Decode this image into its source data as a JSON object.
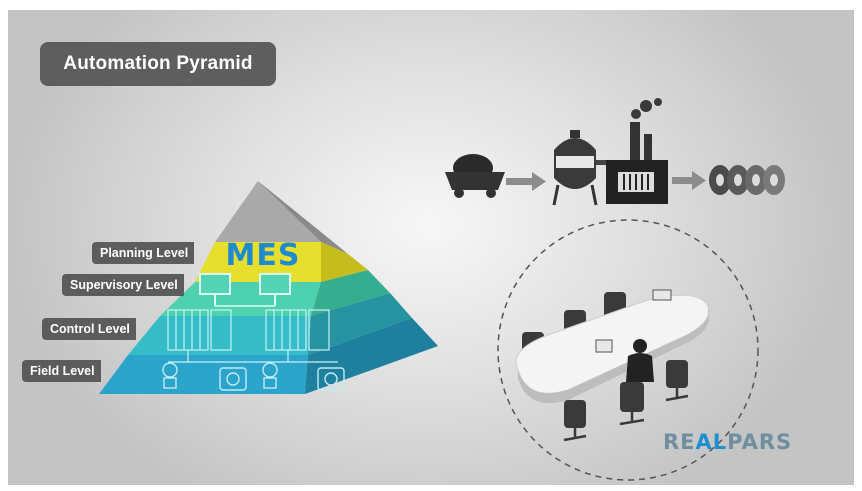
{
  "title": "Automation Pyramid",
  "pyramid": {
    "top_label": "MES",
    "levels": [
      {
        "label": "Planning Level",
        "color": "#e7dd2c"
      },
      {
        "label": "Supervisory Level",
        "color": "#4ccfb0"
      },
      {
        "label": "Control Level",
        "color": "#35bcc8"
      },
      {
        "label": "Field Level",
        "color": "#2aa2c8"
      }
    ],
    "apex_color": "#a8a8a8"
  },
  "process_flow": [
    "ore-cart-icon",
    "reactor-tank-icon",
    "factory-icon",
    "steel-coils-icon"
  ],
  "meeting": {
    "icon": "meeting-table-icon"
  },
  "logo": {
    "part1": "RE",
    "part2": "AL",
    "part3": "PARS"
  }
}
